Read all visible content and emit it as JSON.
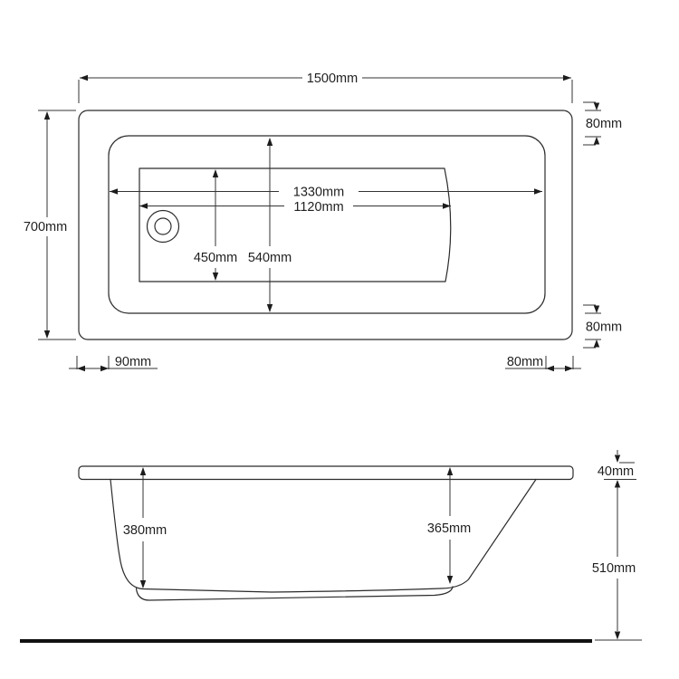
{
  "drawing": {
    "title": "bath technical drawing",
    "unit": "mm",
    "background": "#ffffff",
    "line_color": "#2b2b2b",
    "text_color": "#1f1f1f"
  },
  "plan_view": {
    "dimensions": {
      "overall_length": "1500mm",
      "overall_width": "700mm",
      "rim_inset_top": "80mm",
      "inner_length": "1330mm",
      "floor_length": "1120mm",
      "floor_width": "450mm",
      "inner_width": "540mm",
      "rim_inset_bottom": "80mm",
      "rim_inset_left": "90mm",
      "rim_inset_right": "80mm"
    }
  },
  "side_view": {
    "dimensions": {
      "rim_thickness": "40mm",
      "internal_depth_left": "380mm",
      "internal_depth_right": "365mm",
      "overall_height": "510mm"
    }
  }
}
